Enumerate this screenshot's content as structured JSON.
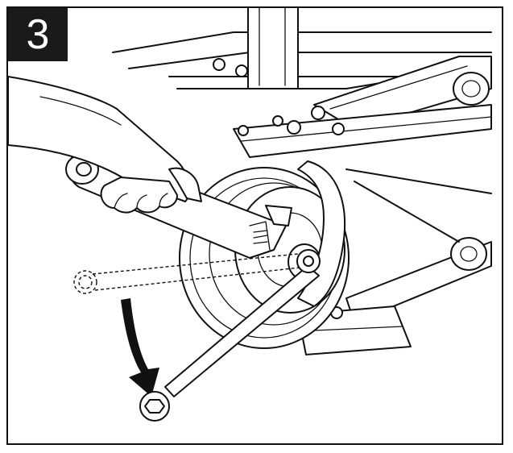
{
  "step": {
    "number": "3"
  },
  "illustration": {
    "icons": [
      "hand-holding-wrench",
      "adjustable-wrench",
      "ring-wrench",
      "pulley",
      "rotation-arrow"
    ],
    "colors": {
      "line": "#111111",
      "background": "#ffffff",
      "badge": "#1a1a1a",
      "badge_text": "#ffffff"
    }
  }
}
